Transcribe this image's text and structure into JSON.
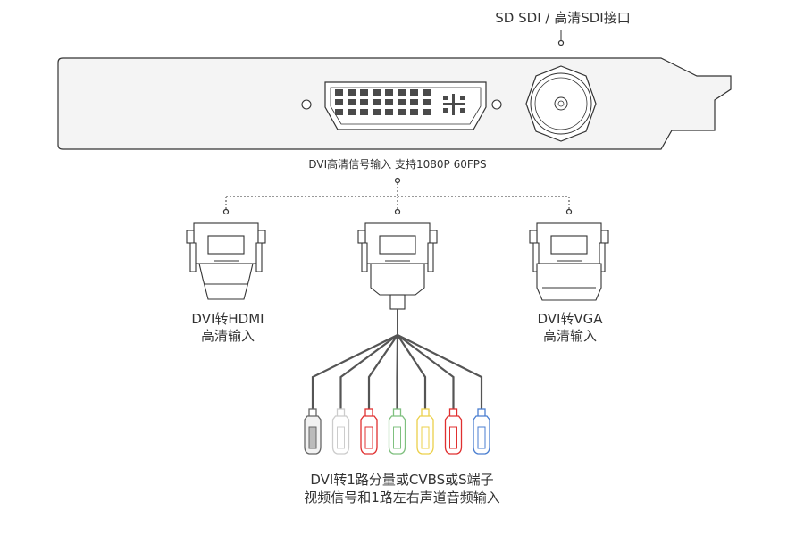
{
  "labels": {
    "sdi_port": "SD SDI / 高清SDI接口",
    "dvi_input": "DVI高清信号输入 支持1080P 60FPS",
    "hdmi_line1": "DVI转HDMI",
    "hdmi_line2": "高清输入",
    "vga_line1": "DVI转VGA",
    "vga_line2": "高清输入",
    "component_line1": "DVI转1路分量或CVBS或S端子",
    "component_line2": "视频信号和1路左右声道音频输入"
  },
  "colors": {
    "outline": "#333333",
    "cable": "#555555",
    "plug_black": "#666666",
    "plug_white": "#cccccc",
    "plug_red": "#e03030",
    "plug_green": "#7fc07f",
    "plug_yellow": "#ecd04a",
    "plug_blue": "#4a7ed0"
  },
  "connectors": [
    {
      "color_key": "plug_black"
    },
    {
      "color_key": "plug_white"
    },
    {
      "color_key": "plug_red"
    },
    {
      "color_key": "plug_green"
    },
    {
      "color_key": "plug_yellow"
    },
    {
      "color_key": "plug_red"
    },
    {
      "color_key": "plug_blue"
    }
  ]
}
